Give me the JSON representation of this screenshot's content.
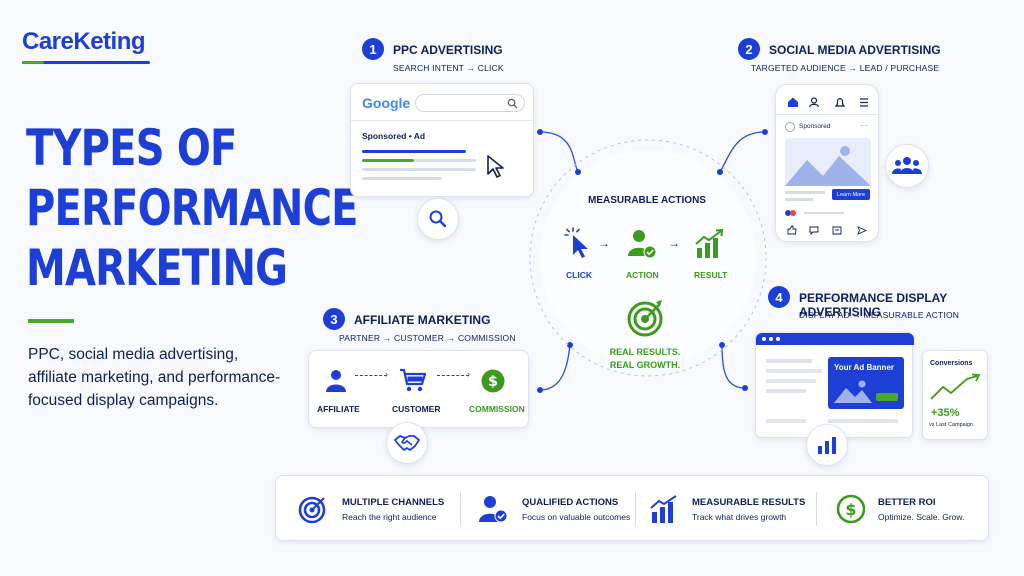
{
  "brand": {
    "name": "CareKeting"
  },
  "hero": {
    "title_line1": "TYPES OF",
    "title_line2": "PERFORMANCE",
    "title_line3": "MARKETING",
    "subtitle_line1": "PPC, social media advertising,",
    "subtitle_line2": "affiliate marketing, and performance-",
    "subtitle_line3": "focused display campaigns."
  },
  "sections": {
    "ppc": {
      "number": "1",
      "title": "PPC ADVERTISING",
      "sub": "SEARCH INTENT → CLICK",
      "search_brand": "Google",
      "sponsored": "Sponsored • Ad"
    },
    "social": {
      "number": "2",
      "title": "SOCIAL MEDIA ADVERTISING",
      "sub": "TARGETED AUDIENCE → LEAD / PURCHASE",
      "sponsored": "Sponsored",
      "cta": "Learn More"
    },
    "affiliate": {
      "number": "3",
      "title": "AFFILIATE MARKETING",
      "sub": "PARTNER → CUSTOMER → COMMISSION",
      "step1": "AFFILIATE",
      "step2": "CUSTOMER",
      "step3": "COMMISSION"
    },
    "display": {
      "number": "4",
      "title": "PERFORMANCE DISPLAY ADVERTISING",
      "sub": "DISPLAY AD → MEASURABLE ACTION",
      "banner": "Your Ad Banner",
      "conv_title": "Conversions",
      "conv_value": "+35%",
      "conv_note": "vs Last Campaign"
    }
  },
  "center": {
    "title": "MEASURABLE ACTIONS",
    "click": "CLICK",
    "action": "ACTION",
    "result": "RESULT",
    "tagline1": "REAL RESULTS.",
    "tagline2": "REAL GROWTH."
  },
  "features": [
    {
      "title": "MULTIPLE CHANNELS",
      "sub": "Reach the right audience",
      "icon": "target-icon"
    },
    {
      "title": "QUALIFIED ACTIONS",
      "sub": "Focus on valuable outcomes",
      "icon": "user-check-icon"
    },
    {
      "title": "MEASURABLE RESULTS",
      "sub": "Track what drives growth",
      "icon": "bar-chart-icon"
    },
    {
      "title": "BETTER ROI",
      "sub": "Optimize. Scale. Grow.",
      "icon": "dollar-icon"
    }
  ],
  "colors": {
    "primary": "#1d3fd6",
    "accent": "#4aa82a",
    "navy": "#0d1f5c"
  }
}
